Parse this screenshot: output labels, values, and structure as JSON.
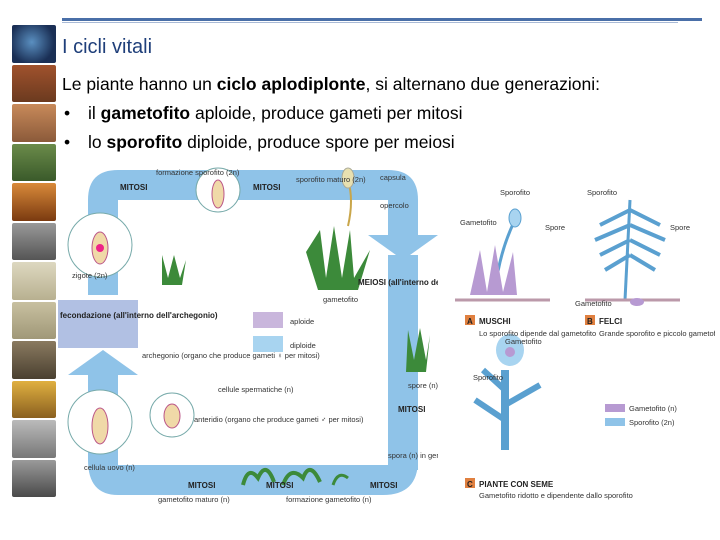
{
  "title": "I cicli vitali",
  "intro": {
    "before": "Le piante hanno un ",
    "bold": "ciclo aplodiplonte",
    "after": ", si alternano due generazioni:"
  },
  "bullets": [
    {
      "marker": "•",
      "before": "il ",
      "bold": "gametofito",
      "after": " aploide, produce gameti per mitosi"
    },
    {
      "marker": "•",
      "before": "lo ",
      "bold": "sporofito",
      "after": " diploide, produce spore per meiosi"
    }
  ],
  "colors": {
    "accent": "#1f3f7a",
    "cycle_blue": "#8fc3e8",
    "aploide": "#c9b6dc",
    "diploide": "#a8d4f0",
    "plant_green": "#3c8a3a"
  },
  "figure_left": {
    "labels": {
      "mitosi_top_left": "MITOSI",
      "formazione_sporofito": "formazione sporofito (2n)",
      "mitosi_top_right": "MITOSI",
      "sporofito_maturo": "sporofito maturo (2n)",
      "capsula": "capsula",
      "opercolo": "opercolo",
      "zigote": "zigote (2n)",
      "gametofito": "gametofito",
      "meiosi": "MEIOSI (all'interno della capsula)",
      "fecondazione": "fecondazione (all'interno dell'archegonio)",
      "aploide": "aploide",
      "diploide": "diploide",
      "archegonio": "archegonio (organo che produce gameti ♀ per mitosi)",
      "cellule_spermatiche": "cellule spermatiche (n)",
      "spore": "spore (n)",
      "anteridio": "anteridio (organo che produce gameti ♂ per mitosi)",
      "mitosi_right": "MITOSI",
      "spora_germinazione": "spora (n) in germinazione",
      "cellula_uovo": "cellula uovo (n)",
      "mitosi_bottom_1": "MITOSI",
      "mitosi_bottom_2": "MITOSI",
      "mitosi_bottom_3": "MITOSI",
      "gametofito_maturo": "gametofito maturo (n)",
      "formazione_gametofito": "formazione gametofito (n)"
    }
  },
  "figure_right": {
    "labels": {
      "sporofito_a": "Sporofito",
      "sporofito_b": "Sporofito",
      "gametofito_a": "Gametofito",
      "spore_a": "Spore",
      "spore_b": "Spore",
      "gametofito_b": "Gametofito",
      "muschi_letter": "A",
      "muschi_title": "MUSCHI",
      "muschi_desc": "Lo sporofito dipende dal gametofito",
      "felci_letter": "B",
      "felci_title": "FELCI",
      "felci_desc": "Grande sporofito e piccolo gametofito indipendente",
      "gametofito_c": "Gametofito",
      "sporofito_c": "Sporofito",
      "legend_gametofito": "Gametofito (n)",
      "legend_sporofito": "Sporofito (2n)",
      "semi_letter": "C",
      "semi_title": "PIANTE CON SEME",
      "semi_desc": "Gametofito ridotto e dipendente dallo sporofito"
    }
  }
}
